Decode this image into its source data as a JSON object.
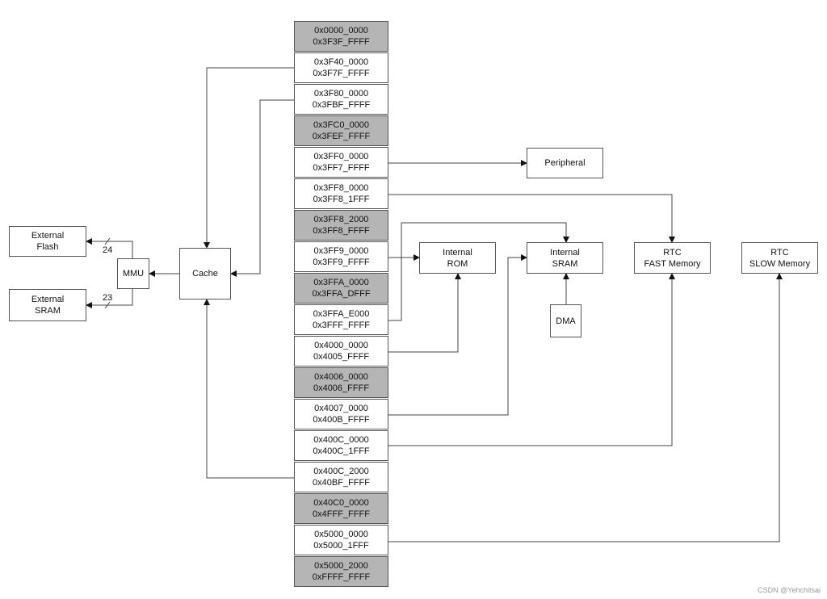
{
  "memory_map": [
    {
      "start": "0x0000_0000",
      "end": "0x3F3F_FFFF",
      "reserved": true
    },
    {
      "start": "0x3F40_0000",
      "end": "0x3F7F_FFFF",
      "reserved": false
    },
    {
      "start": "0x3F80_0000",
      "end": "0x3FBF_FFFF",
      "reserved": false
    },
    {
      "start": "0x3FC0_0000",
      "end": "0x3FEF_FFFF",
      "reserved": true
    },
    {
      "start": "0x3FF0_0000",
      "end": "0x3FF7_FFFF",
      "reserved": false
    },
    {
      "start": "0x3FF8_0000",
      "end": "0x3FF8_1FFF",
      "reserved": false
    },
    {
      "start": "0x3FF8_2000",
      "end": "0x3FF8_FFFF",
      "reserved": true
    },
    {
      "start": "0x3FF9_0000",
      "end": "0x3FF9_FFFF",
      "reserved": false
    },
    {
      "start": "0x3FFA_0000",
      "end": "0x3FFA_DFFF",
      "reserved": true
    },
    {
      "start": "0x3FFA_E000",
      "end": "0x3FFF_FFFF",
      "reserved": false
    },
    {
      "start": "0x4000_0000",
      "end": "0x4005_FFFF",
      "reserved": false
    },
    {
      "start": "0x4006_0000",
      "end": "0x4006_FFFF",
      "reserved": true
    },
    {
      "start": "0x4007_0000",
      "end": "0x400B_FFFF",
      "reserved": false
    },
    {
      "start": "0x400C_0000",
      "end": "0x400C_1FFF",
      "reserved": false
    },
    {
      "start": "0x400C_2000",
      "end": "0x40BF_FFFF",
      "reserved": false
    },
    {
      "start": "0x40C0_0000",
      "end": "0x4FFF_FFFF",
      "reserved": true
    },
    {
      "start": "0x5000_0000",
      "end": "0x5000_1FFF",
      "reserved": false
    },
    {
      "start": "0x5000_2000",
      "end": "0xFFFF_FFFF",
      "reserved": true
    }
  ],
  "boxes": {
    "external_flash": {
      "line1": "External",
      "line2": "Flash"
    },
    "external_sram": {
      "line1": "External",
      "line2": "SRAM"
    },
    "mmu": {
      "line1": "MMU"
    },
    "cache": {
      "line1": "Cache"
    },
    "peripheral": {
      "line1": "Peripheral"
    },
    "internal_rom": {
      "line1": "Internal",
      "line2": "ROM"
    },
    "internal_sram": {
      "line1": "Internal",
      "line2": "SRAM"
    },
    "dma": {
      "line1": "DMA"
    },
    "rtc_fast": {
      "line1": "RTC",
      "line2": "FAST Memory"
    },
    "rtc_slow": {
      "line1": "RTC",
      "line2": "SLOW Memory"
    }
  },
  "bus_widths": {
    "flash": "24",
    "sram": "23"
  },
  "watermark": "CSDN @Yehchitsai"
}
